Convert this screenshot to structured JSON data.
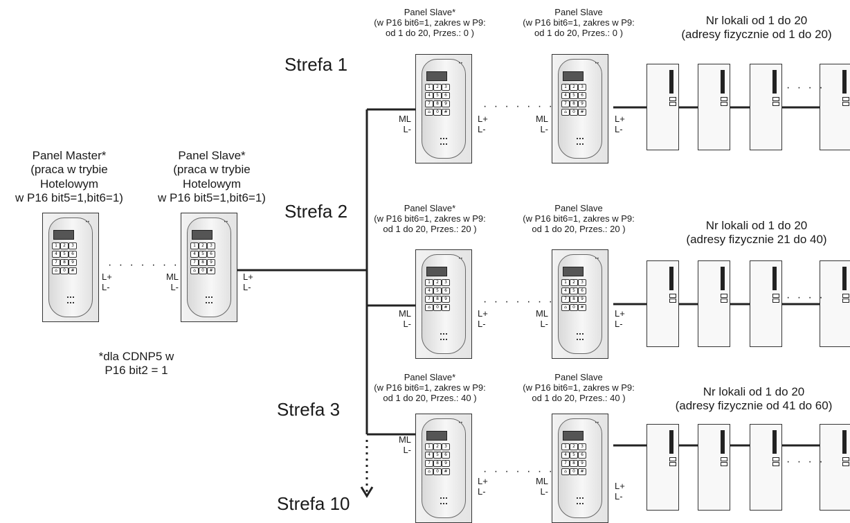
{
  "zones": [
    "Strefa 1",
    "Strefa 2",
    "Strefa 3",
    "Strefa 10"
  ],
  "left": {
    "master_label": "Panel Master*\n(praca w trybie\nHotelowym\nw P16 bit5=1,bit6=1)",
    "slave_label": "Panel Slave*\n(praca w trybie\nHotelowym\nw P16 bit5=1,bit6=1)",
    "footnote": "*dla CDNP5 w\nP16 bit2 = 1"
  },
  "zone1": {
    "slave_star": "Panel Slave*\n(w P16 bit6=1, zakres w P9:\nod 1 do 20, Przes.: 0 )",
    "slave": "Panel Slave\n(w P16 bit6=1, zakres w P9:\nod 1 do 20, Przes.: 0 )",
    "units": "Nr lokali od 1 do 20\n(adresy fizycznie od 1 do 20)"
  },
  "zone2": {
    "slave_star": "Panel Slave*\n(w P16 bit6=1, zakres w P9:\nod 1 do 20, Przes.: 20 )",
    "slave": "Panel Slave\n(w P16 bit6=1, zakres w P9:\nod 1 do 20, Przes.: 20 )",
    "units": "Nr lokali od 1 do 20\n(adresy fizycznie 21 do 40)"
  },
  "zone3": {
    "slave_star": "Panel Slave*\n(w P16 bit6=1, zakres w P9:\nod 1 do 20, Przes.: 40 )",
    "slave": "Panel Slave\n(w P16 bit6=1, zakres w P9:\nod 1 do 20, Przes.: 40 )",
    "units": "Nr lokali od 1 do 20\n(adresy fizycznie od 41 do 60)"
  },
  "pins": {
    "ml_l": "ML\nL-",
    "lp_l": "L+\nL-"
  },
  "dots": "· · · · · · ·",
  "unit_dots": "· · · ·",
  "keypad": [
    "1",
    "2",
    "3",
    "4",
    "5",
    "6",
    "7",
    "8",
    "9",
    "⌂",
    "0",
    "#"
  ],
  "leds": "••"
}
